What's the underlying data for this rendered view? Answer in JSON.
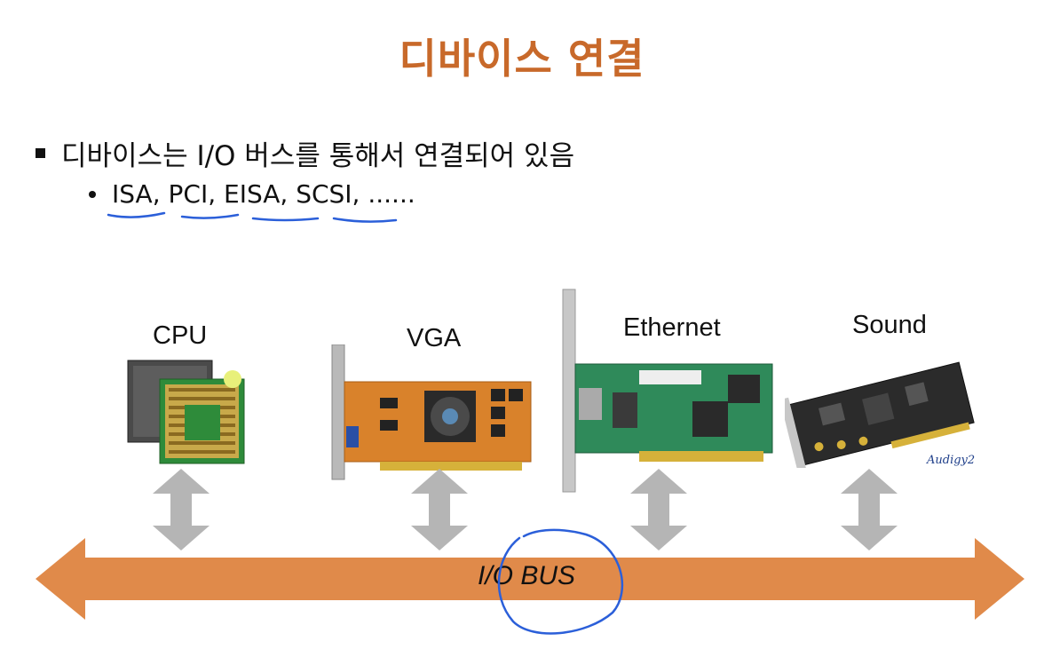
{
  "title": "디바이스 연결",
  "bullets": {
    "main": "디바이스는 I/O 버스를 통해서 연결되어 있음",
    "sub": "ISA, PCI, EISA, SCSI, ......"
  },
  "devices": {
    "cpu": "CPU",
    "vga": "VGA",
    "ethernet": "Ethernet",
    "sound": "Sound"
  },
  "bus": {
    "label": "I/O BUS"
  },
  "colors": {
    "title": "#c8692a",
    "bus": "#e08a4a",
    "arrow": "#b5b5b5",
    "annotation": "#2b5fd9"
  }
}
